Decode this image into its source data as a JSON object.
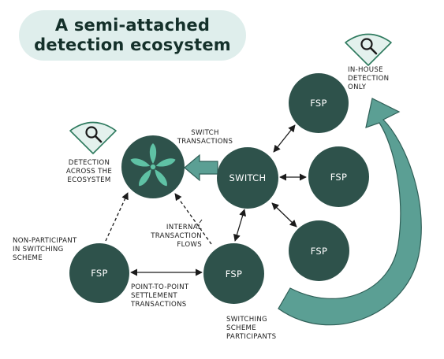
{
  "title": {
    "line1": "A semi-attached",
    "line2": "detection ecosystem"
  },
  "nodes": {
    "fsp_top": "FSP",
    "fsp_mid": "FSP",
    "fsp_bottom_right": "FSP",
    "switch": "SWITCH",
    "fsp_left": "FSP",
    "fsp_center": "FSP"
  },
  "labels": {
    "in_house": [
      "IN-HOUSE",
      "DETECTION",
      "ONLY"
    ],
    "switch_transactions": [
      "SWITCH",
      "TRANSACTIONS"
    ],
    "detection_across": [
      "DETECTION",
      "ACROSS THE",
      "ECOSYSTEM"
    ],
    "internal_flows": [
      "INTERNAL",
      "TRANSACTION",
      "FLOWS"
    ],
    "non_participant": [
      "NON-PARTICIPANT",
      "IN SWITCHING",
      "SCHEME"
    ],
    "p2p_settlement": [
      "POINT-TO-POINT",
      "SETTLEMENT",
      "TRANSACTIONS"
    ],
    "scheme_participants": [
      "SWITCHING",
      "SCHEME",
      "PARTICIPANTS"
    ]
  },
  "icons": {
    "detection_badges": "magnifier-detection-icon",
    "ecosystem_hub": "flower-ecosystem-icon"
  },
  "colors": {
    "node_fill": "#2e524b",
    "accent_teal": "#5b9f94",
    "badge_fill": "#e3f1ed",
    "title_pill": "#dfeeec"
  }
}
